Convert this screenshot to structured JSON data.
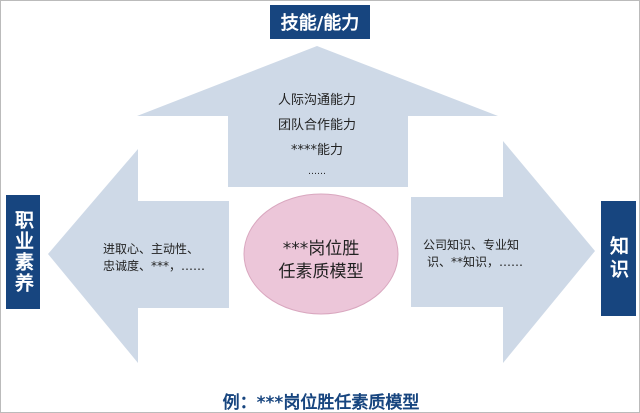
{
  "top_label": "技能/能力",
  "left_label": "职业素养",
  "right_label": "知识",
  "up_arrow_items": [
    "人际沟通能力",
    "团队合作能力",
    "****能力",
    "……"
  ],
  "left_arrow_text": [
    "进取心、主动性、",
    "忠诚度、***，……"
  ],
  "right_arrow_text": [
    "公司知识、专业知",
    "识、**知识，……"
  ],
  "center": [
    "***岗位胜",
    "任素质模型"
  ],
  "caption": "例：***岗位胜任素质模型",
  "colors": {
    "arrow": "#ced9e7",
    "label_box": "#17457f",
    "circle": "#ecc6d9",
    "circle_border": "#d9a7bf",
    "caption": "#17457f"
  }
}
